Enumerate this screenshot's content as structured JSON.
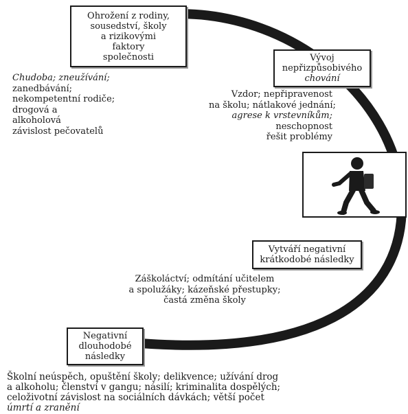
{
  "boxes": {
    "risk_factors": [
      "Ohrožení z rodiny,",
      "sousedství, školy",
      "a rizikovými",
      "faktory",
      "společnosti"
    ],
    "maladaptive": [
      "Vývoj",
      "nepřizpůsobivého",
      "chování"
    ],
    "short_term": [
      "Vytváří negativní",
      "krátkodobé následky"
    ],
    "long_term": [
      "Negativní",
      "dlouhodobé",
      "následky"
    ]
  },
  "texts": {
    "risk_details": [
      "Chudoba; zneužívání;",
      "zanedbávání;",
      "nekompetentní rodiče;",
      "drogová a",
      "alkoholová",
      "závislost pečovatelů"
    ],
    "behavior_details": [
      "Vzdor; nepřipravenost",
      "na školu; nátlakové jednání;",
      "agrese k vrstevníkům;",
      "neschopnost",
      "řešit problémy"
    ],
    "short_term_details": [
      "Záškoláctví; odmítání učitelem",
      "a spolužáky; kázeňské přestupky;",
      "častá změna školy"
    ],
    "long_term_details": [
      "Školní neúspěch, opuštění školy; delikvence; užívání drog",
      "a alkoholu; členství v gangu; násilí; kriminalita dospělých;",
      "celoživotní závislost na sociálních dávkách; větší počet",
      "úmrtí a zranění"
    ]
  },
  "figure": {
    "icon": "walking-child-icon"
  }
}
